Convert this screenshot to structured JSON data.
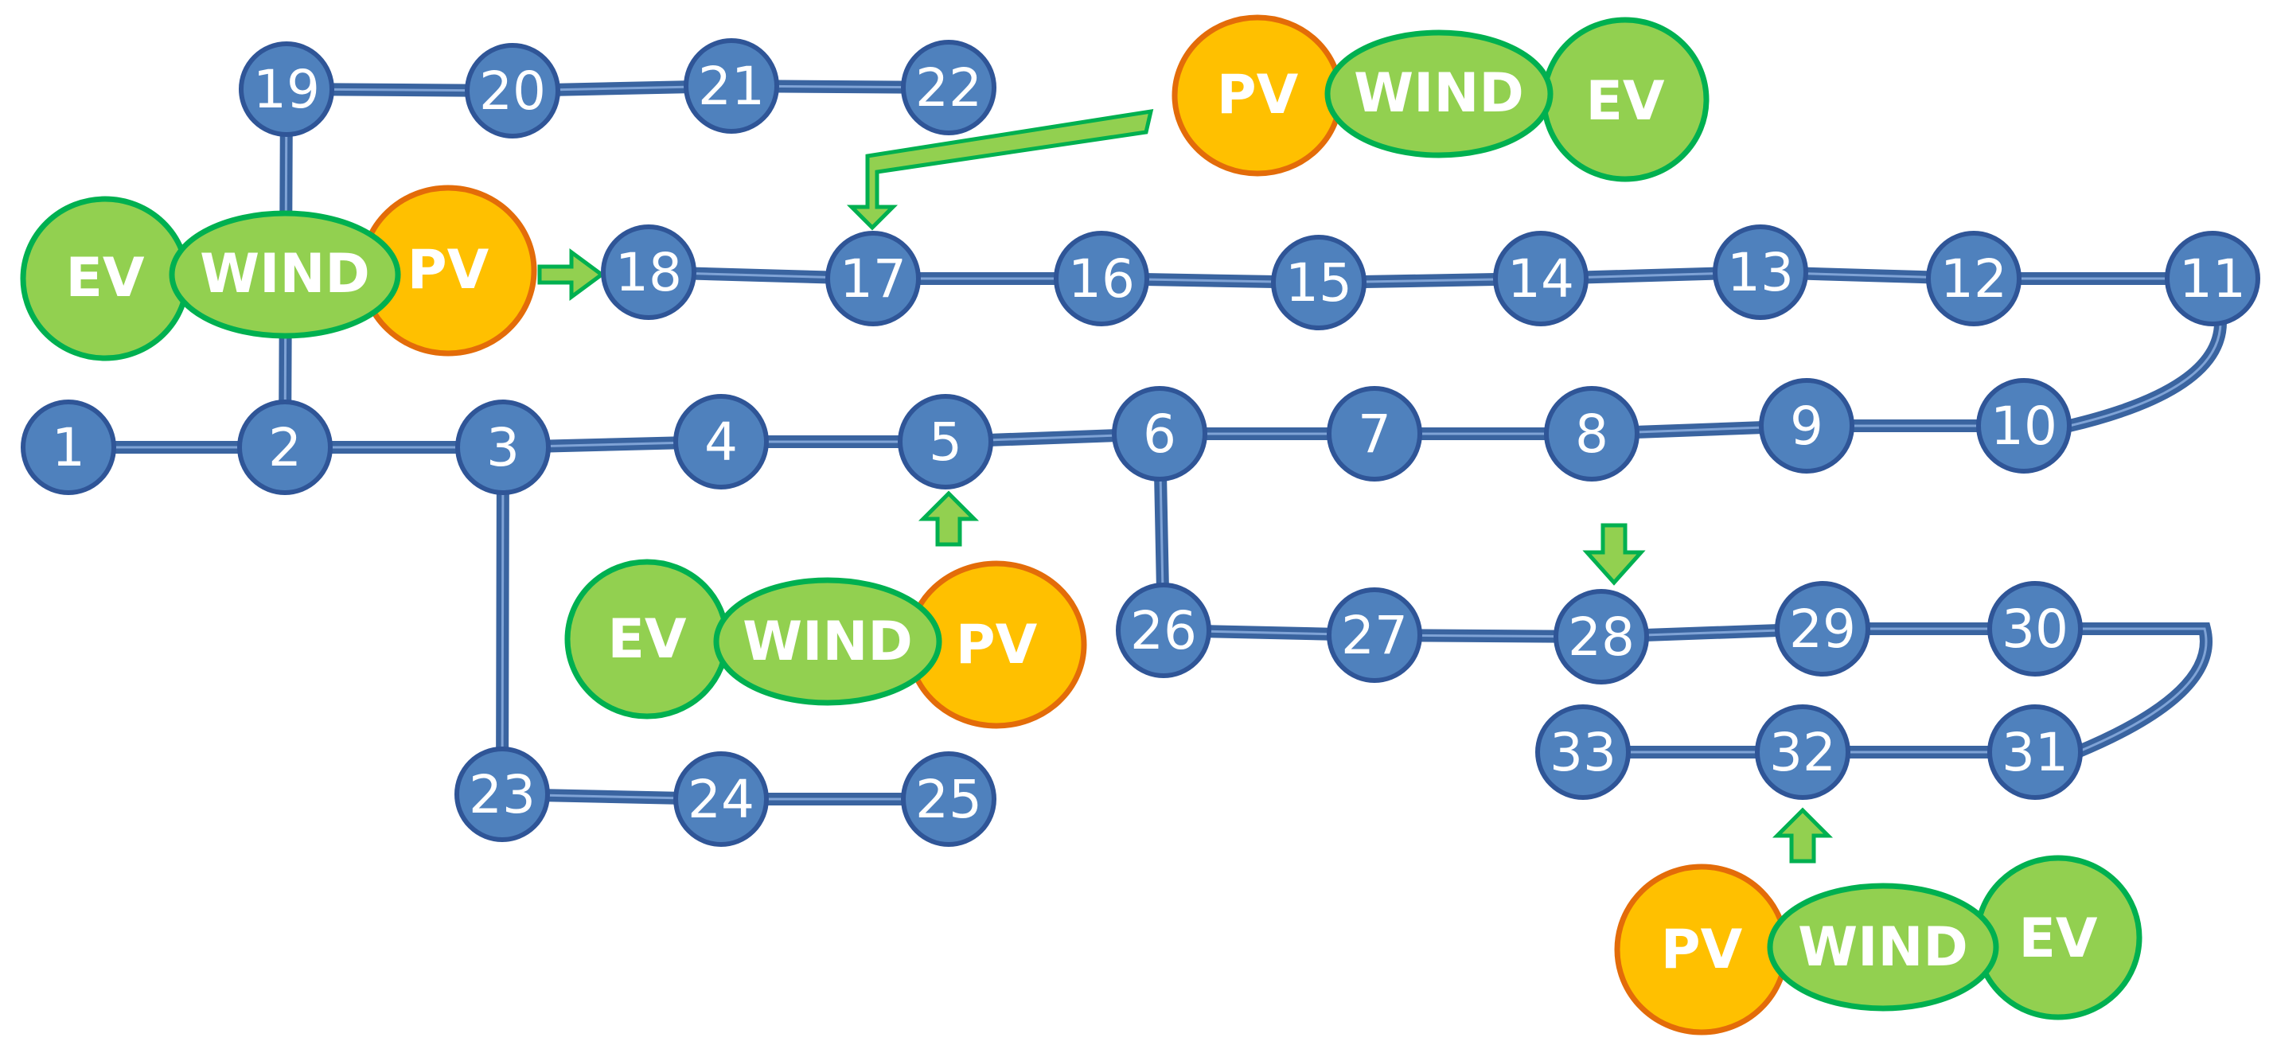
{
  "nodes": [
    {
      "id": "1",
      "label": "1"
    },
    {
      "id": "2",
      "label": "2"
    },
    {
      "id": "3",
      "label": "3"
    },
    {
      "id": "4",
      "label": "4"
    },
    {
      "id": "5",
      "label": "5"
    },
    {
      "id": "6",
      "label": "6"
    },
    {
      "id": "7",
      "label": "7"
    },
    {
      "id": "8",
      "label": "8"
    },
    {
      "id": "9",
      "label": "9"
    },
    {
      "id": "10",
      "label": "10"
    },
    {
      "id": "11",
      "label": "11"
    },
    {
      "id": "12",
      "label": "12"
    },
    {
      "id": "13",
      "label": "13"
    },
    {
      "id": "14",
      "label": "14"
    },
    {
      "id": "15",
      "label": "15"
    },
    {
      "id": "16",
      "label": "16"
    },
    {
      "id": "17",
      "label": "17"
    },
    {
      "id": "18",
      "label": "18"
    },
    {
      "id": "19",
      "label": "19"
    },
    {
      "id": "20",
      "label": "20"
    },
    {
      "id": "21",
      "label": "21"
    },
    {
      "id": "22",
      "label": "22"
    },
    {
      "id": "23",
      "label": "23"
    },
    {
      "id": "24",
      "label": "24"
    },
    {
      "id": "25",
      "label": "25"
    },
    {
      "id": "26",
      "label": "26"
    },
    {
      "id": "27",
      "label": "27"
    },
    {
      "id": "28",
      "label": "28"
    },
    {
      "id": "29",
      "label": "29"
    },
    {
      "id": "30",
      "label": "30"
    },
    {
      "id": "31",
      "label": "31"
    },
    {
      "id": "32",
      "label": "32"
    },
    {
      "id": "33",
      "label": "33"
    }
  ],
  "edges": [
    [
      "1",
      "2"
    ],
    [
      "2",
      "3"
    ],
    [
      "3",
      "4"
    ],
    [
      "4",
      "5"
    ],
    [
      "5",
      "6"
    ],
    [
      "6",
      "7"
    ],
    [
      "7",
      "8"
    ],
    [
      "8",
      "9"
    ],
    [
      "9",
      "10"
    ],
    [
      "10",
      "11"
    ],
    [
      "11",
      "12"
    ],
    [
      "12",
      "13"
    ],
    [
      "13",
      "14"
    ],
    [
      "14",
      "15"
    ],
    [
      "15",
      "16"
    ],
    [
      "16",
      "17"
    ],
    [
      "17",
      "18"
    ],
    [
      "2",
      "19"
    ],
    [
      "19",
      "20"
    ],
    [
      "20",
      "21"
    ],
    [
      "21",
      "22"
    ],
    [
      "3",
      "23"
    ],
    [
      "23",
      "24"
    ],
    [
      "24",
      "25"
    ],
    [
      "6",
      "26"
    ],
    [
      "26",
      "27"
    ],
    [
      "27",
      "28"
    ],
    [
      "28",
      "29"
    ],
    [
      "29",
      "30"
    ],
    [
      "30",
      "31"
    ],
    [
      "31",
      "32"
    ],
    [
      "32",
      "33"
    ]
  ],
  "source_groups": [
    {
      "attached_to": "18",
      "labels": {
        "ev": "EV",
        "wind": "WIND",
        "pv": "PV"
      }
    },
    {
      "attached_to": "17",
      "labels": {
        "pv": "PV",
        "wind": "WIND",
        "ev": "EV"
      }
    },
    {
      "attached_to": "5",
      "labels": {
        "ev": "EV",
        "wind": "WIND",
        "pv": "PV"
      }
    },
    {
      "attached_to": "28",
      "labels": {}
    },
    {
      "attached_to": "32",
      "labels": {
        "pv": "PV",
        "wind": "WIND",
        "ev": "EV"
      }
    }
  ],
  "colors": {
    "node_fill": "#4f81bd",
    "node_stroke": "#2f5597",
    "line": "#3a64a0",
    "line_highlight": "#7fa3d6",
    "ev_fill": "#92d050",
    "wind_fill": "#92d050",
    "green_stroke": "#00b050",
    "pv_fill": "#ffc000",
    "pv_stroke": "#e36c09",
    "arrow_fill": "#92d050",
    "arrow_stroke": "#00b050"
  }
}
